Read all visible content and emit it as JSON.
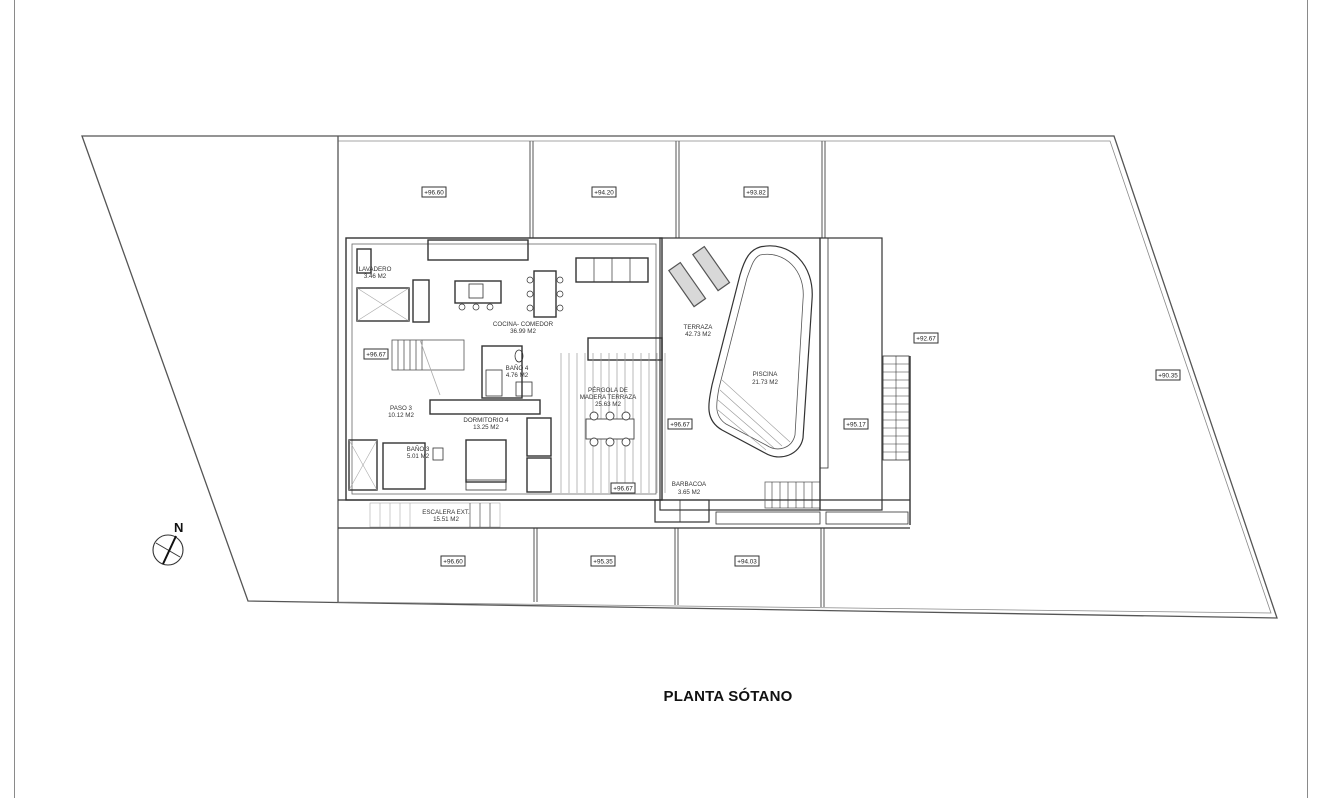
{
  "drawing": {
    "title": "PLANTA SÓTANO",
    "north_label": "N",
    "colors": {
      "line": "#333333",
      "light_line": "#9a9a9a",
      "background": "#ffffff"
    }
  },
  "rooms": [
    {
      "id": "lavadero",
      "name": "LAVADERO",
      "area": "3.46 M2"
    },
    {
      "id": "cocina",
      "name": "COCINA- COMEDOR",
      "area": "36.99 M2"
    },
    {
      "id": "bano4",
      "name": "BAÑO 4",
      "area": "4.76 M2"
    },
    {
      "id": "paso3",
      "name": "PASO 3",
      "area": "10.12 M2"
    },
    {
      "id": "dormitorio4",
      "name": "DORMITORIO 4",
      "area": "13.25 M2"
    },
    {
      "id": "bano3",
      "name": "BAÑO 3",
      "area": "5.01 M2"
    },
    {
      "id": "escalera",
      "name": "ESCALERA EXT.",
      "area": "15.51 M2"
    },
    {
      "id": "pergola",
      "name_line1": "PÉRGOLA DE",
      "name_line2": "MADERA TERRAZA",
      "area": "25.63 M2"
    },
    {
      "id": "terraza",
      "name": "TERRAZA",
      "area": "42.73 M2"
    },
    {
      "id": "piscina",
      "name": "PISCINA",
      "area": "21.73 M2"
    },
    {
      "id": "barbacoa",
      "name": "BARBACOA",
      "area": "3.65 M2"
    }
  ],
  "levels": [
    {
      "id": "top1",
      "value": "+96.60"
    },
    {
      "id": "top2",
      "value": "+94.20"
    },
    {
      "id": "top3",
      "value": "+93.82"
    },
    {
      "id": "paso",
      "value": "+96.67"
    },
    {
      "id": "terraza",
      "value": "+96.67"
    },
    {
      "id": "pergola",
      "value": "+96.67"
    },
    {
      "id": "side",
      "value": "+95.17"
    },
    {
      "id": "stairs_right",
      "value": "+92.67"
    },
    {
      "id": "far_right",
      "value": "+90.35"
    },
    {
      "id": "bot1",
      "value": "+96.60"
    },
    {
      "id": "bot2",
      "value": "+95.35"
    },
    {
      "id": "bot3",
      "value": "+94.03"
    }
  ]
}
